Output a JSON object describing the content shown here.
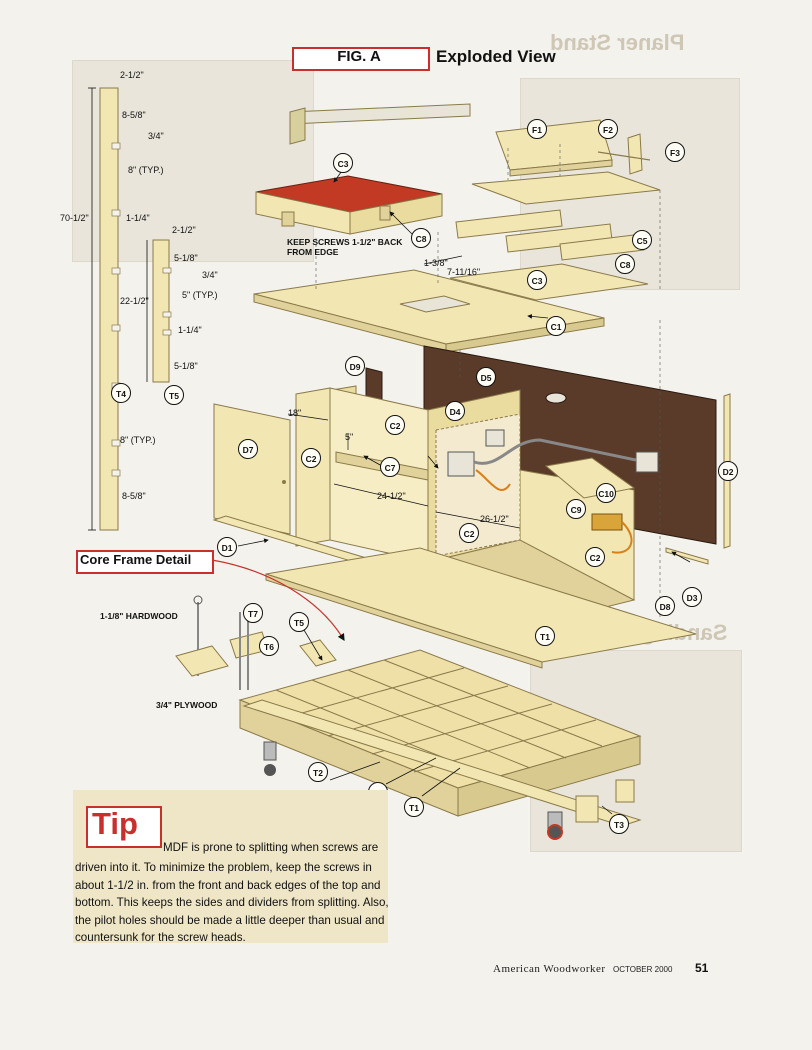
{
  "figure": {
    "label": "FIG. A",
    "title": "Exploded View",
    "core_detail_label": "Core Frame Detail"
  },
  "dimensions": {
    "t4_top": "2-1/2\"",
    "t4_a": "8-5/8\"",
    "t4_b": "3/4\"",
    "t4_c": "8\" (TYP.)",
    "t4_total": "70-1/2\"",
    "t4_d": "1-1/4\"",
    "t4_e": "8\" (TYP.)",
    "t4_f": "8-5/8\"",
    "t5_top": "2-1/2\"",
    "t5_a": "5-1/8\"",
    "t5_b": "3/4\"",
    "t5_c": "5\" (TYP.)",
    "t5_total": "22-1/2\"",
    "t5_d": "1-1/4\"",
    "t5_e": "5-1/8\"",
    "cab_18": "18\"",
    "cab_5": "5\"",
    "cab_24": "24-1/2\"",
    "cab_26": "26-1/2\"",
    "d_138": "1-3/8\"",
    "d_7": "7-11/16\""
  },
  "notes": {
    "keep_screws": "KEEP SCREWS 1-1/2\" BACK FROM EDGE",
    "hardwood": "1-1/8\" HARDWOOD",
    "plywood": "3/4\" PLYWOOD"
  },
  "callouts": [
    "F1",
    "F2",
    "F3",
    "C3",
    "C8",
    "C5",
    "C8",
    "C3",
    "C1",
    "D9",
    "D5",
    "D4",
    "C2",
    "D7",
    "C2",
    "C7",
    "C2",
    "D2",
    "C10",
    "C9",
    "C2",
    "D1",
    "D8",
    "D3",
    "T1",
    "T5",
    "T7",
    "T6",
    "T4",
    "T5",
    "T2",
    "T4",
    "T1",
    "T3"
  ],
  "tip": {
    "heading": "Tip",
    "first_line": "MDF is prone to splitting when screws are",
    "body": "driven into it. To minimize the problem, keep the screws in about 1-1/2 in. from the front and back edges of the top and bottom. This keeps the sides and dividers from splitting. Also, the pilot holes should be made a little deeper than usual and countersunk for the screw heads."
  },
  "footer": {
    "magazine": "American Woodworker",
    "date": "OCTOBER 2000",
    "page": "51"
  },
  "colors": {
    "wood": "#f2e6b3",
    "wood_edge": "#8a7a4a",
    "dark_panel": "#5a3a28",
    "red_top": "#c33a24",
    "accent_red": "#c9302c",
    "tip_bg": "#efe6c7"
  }
}
